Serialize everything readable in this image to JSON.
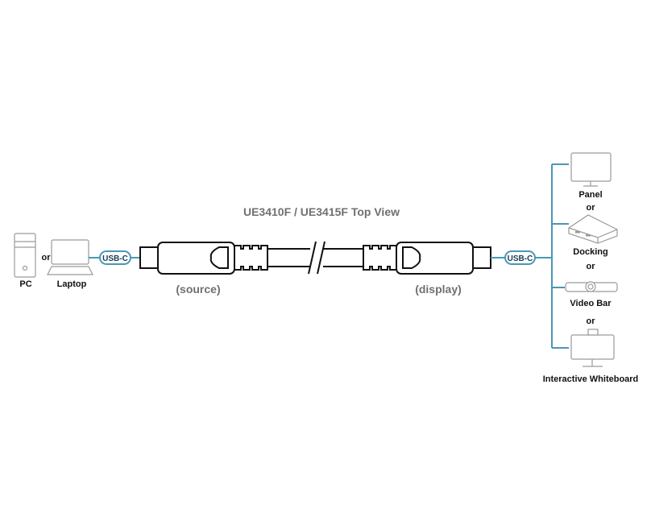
{
  "title": "UE3410F / UE3415F Top View",
  "source_label": "(source)",
  "display_label": "(display)",
  "left": {
    "pc": "PC",
    "or": "or",
    "laptop": "Laptop",
    "port": "USB-C"
  },
  "right": {
    "port": "USB-C",
    "panel": "Panel",
    "or1": "or",
    "docking": "Docking",
    "or2": "or",
    "video_bar": "Video Bar",
    "or3": "or",
    "whiteboard": "Interactive Whiteboard"
  },
  "colors": {
    "link": "#4a97b6",
    "connector": "#111111",
    "device": "#9a9a9a"
  }
}
